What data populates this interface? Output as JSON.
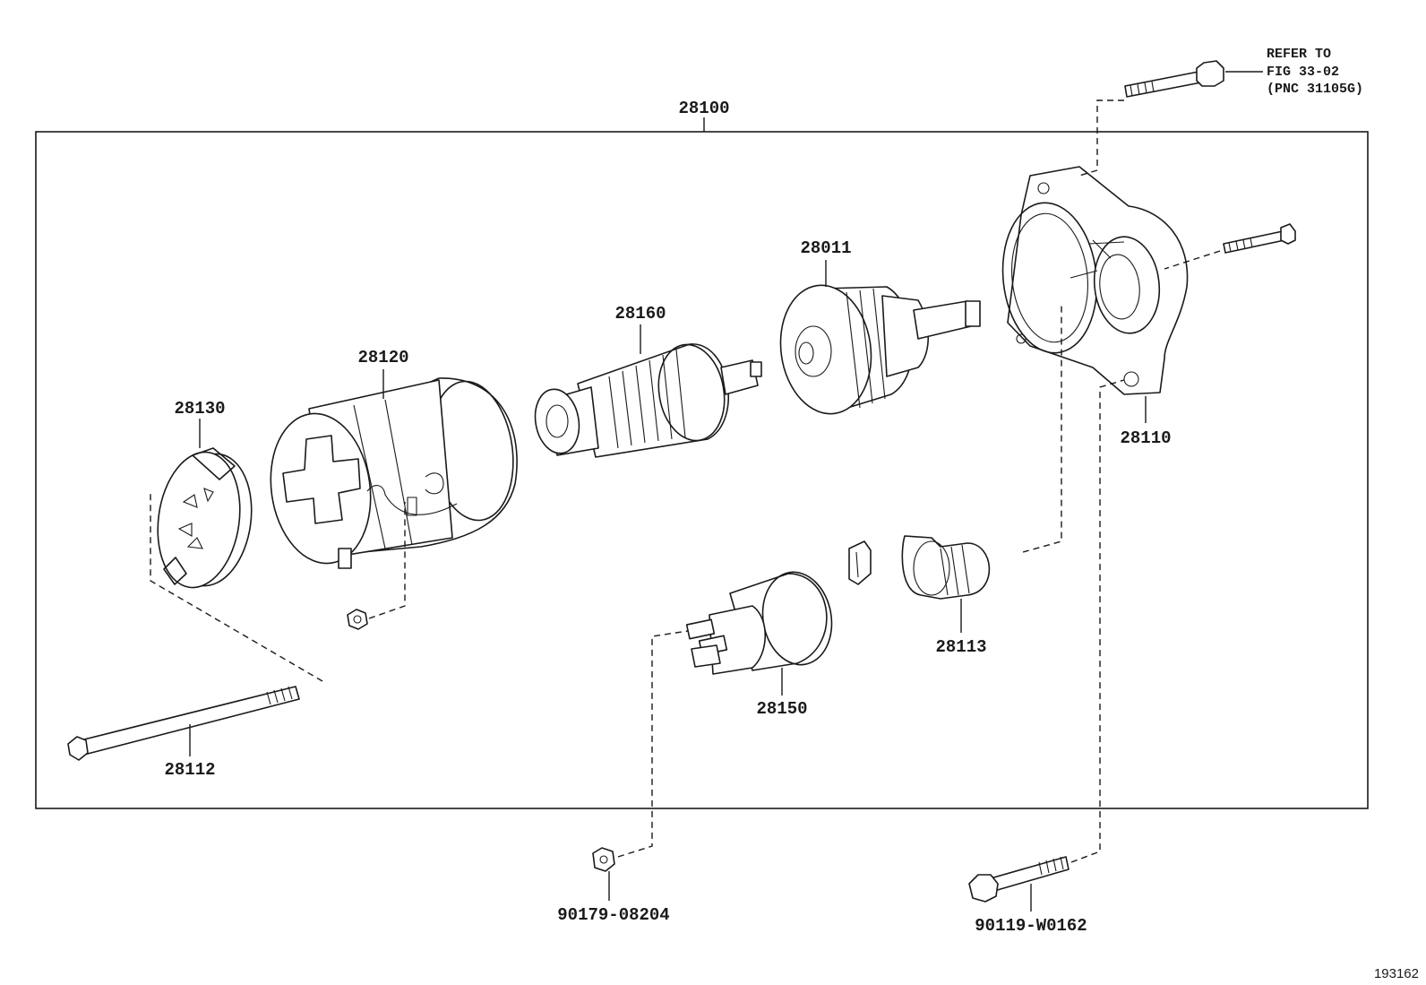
{
  "assembly": {
    "label": "28100"
  },
  "parts": {
    "p28011": "28011",
    "p28160": "28160",
    "p28120": "28120",
    "p28130": "28130",
    "p28110": "28110",
    "p28113": "28113",
    "p28150": "28150",
    "p28112": "28112",
    "p90179": "90179-08204",
    "p90119": "90119-W0162"
  },
  "reference_note": {
    "line1": "REFER TO",
    "line2": "FIG 33-02",
    "line3": "(PNC 31105G)"
  },
  "figure_number": "193162"
}
